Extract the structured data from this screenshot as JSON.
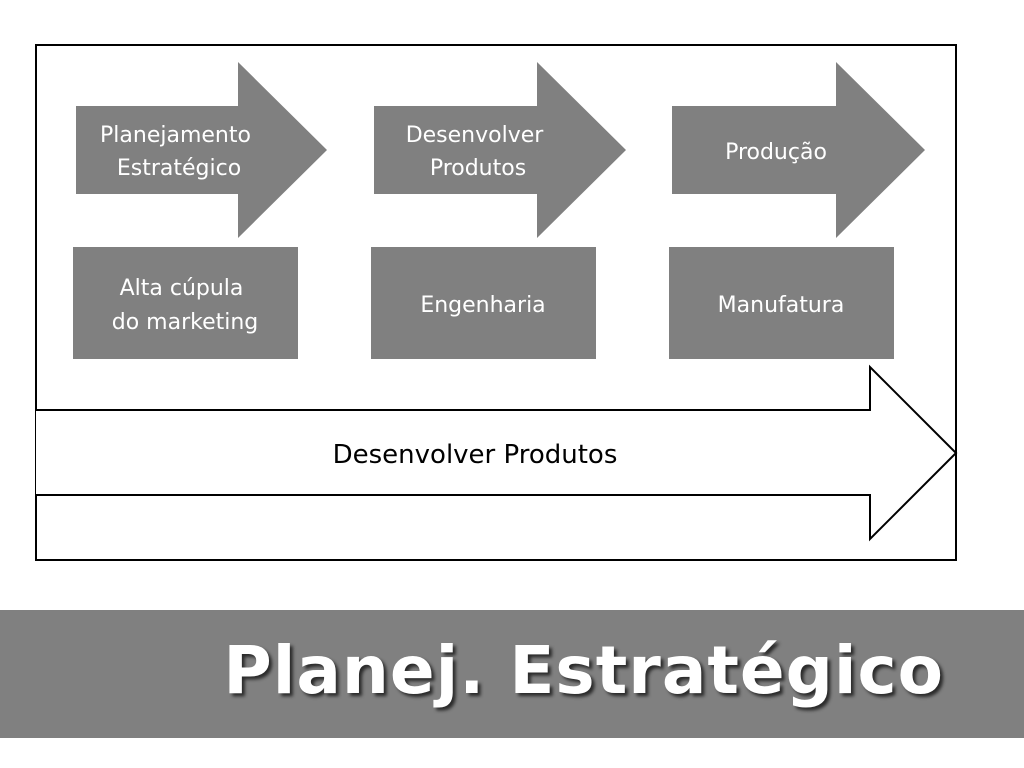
{
  "diagram": {
    "stages": [
      {
        "arrow": [
          "Planejamento",
          "Estratégico"
        ],
        "box": [
          "Alta cúpula",
          "do marketing"
        ]
      },
      {
        "arrow": [
          "Desenvolver",
          "Produtos"
        ],
        "box": [
          "Engenharia"
        ]
      },
      {
        "arrow": [
          "Produção"
        ],
        "box": [
          "Manufatura"
        ]
      }
    ],
    "main_arrow": "Desenvolver Produtos"
  },
  "title": "Planej. Estratégico",
  "colors": {
    "shape_fill": "#808080",
    "title_bar": "#808080",
    "text_on_shape": "#ffffff",
    "outline": "#000000"
  }
}
